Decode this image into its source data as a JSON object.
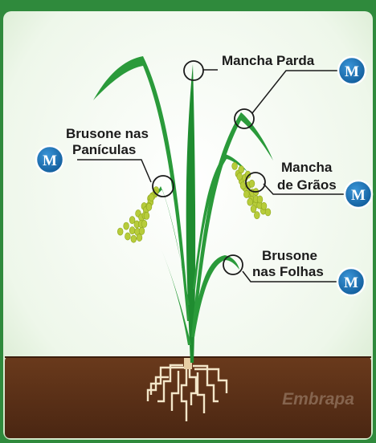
{
  "labels": {
    "mancha_parda": "Mancha Parda",
    "brusone_paniculas_line1": "Brusone nas",
    "brusone_paniculas_line2": "Panículas",
    "mancha_graos_line1": "Mancha",
    "mancha_graos_line2": "de Grãos",
    "brusone_folhas_line1": "Brusone",
    "brusone_folhas_line2": "nas Folhas"
  },
  "badge_letter": "M",
  "brand": "Embrapa",
  "colors": {
    "frame": "#2f8a3c",
    "panel": "#eef7ea",
    "soil": "#5a3018",
    "leaf": "#2a9a3a",
    "grain": "#b7cc3a",
    "badge": "#1a6fb3",
    "root": "#f3e6c9"
  },
  "icons": [
    "medication-badge-icon",
    "marker-circle-icon"
  ]
}
